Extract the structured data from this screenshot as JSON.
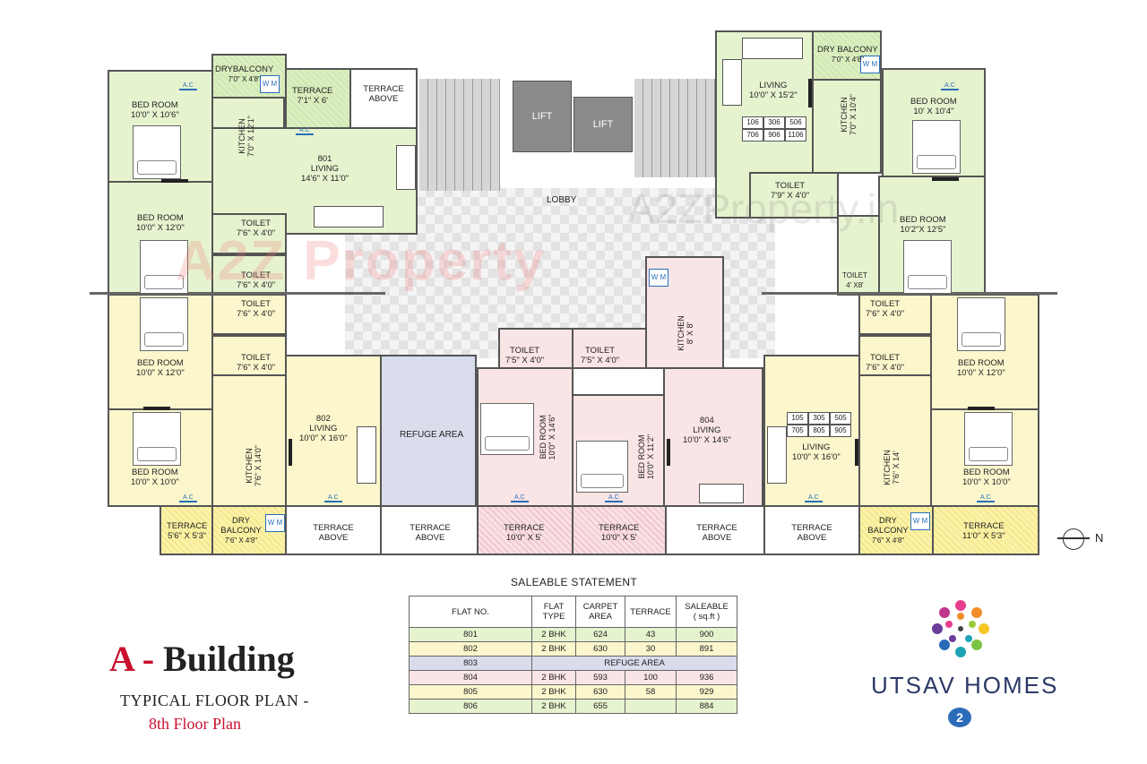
{
  "labels": {
    "drybalcony_l": "DRYBALCONY",
    "drybalcony_l_dim": "7'0\" X 4'8\"",
    "terrace_tl": "TERRACE",
    "terrace_tl_dim": "7'1\" X 6'",
    "terrace_above_tl": "TERRACE ABOVE",
    "bed_801a": "BED ROOM",
    "bed_801a_dim": "10'0\" X 10'6\"",
    "kitchen_801": "KITCHEN",
    "kitchen_801_dim": "7'0\" X 12'1\"",
    "flat_801": "801",
    "living_801": "LIVING",
    "living_801_dim": "14'6\" X 11'0\"",
    "bed_801b": "BED ROOM",
    "bed_801b_dim": "10'0\" X 12'0\"",
    "toilet_a": "TOILET",
    "toilet_a_dim": "7'6\" X 4'0\"",
    "toilet_b": "TOILET",
    "toilet_b_dim": "7'6\" X 4'0\"",
    "toilet_c": "TOILET",
    "toilet_c_dim": "7'6\" X 4'0\"",
    "toilet_d": "TOILET",
    "toilet_d_dim": "7'6\" X 4'0\"",
    "bed_802a": "BED ROOM",
    "bed_802a_dim": "10'0\" X 12'0\"",
    "flat_802": "802",
    "living_802": "LIVING",
    "living_802_dim": "10'0\" X 16'0\"",
    "kitchen_802": "KITCHEN",
    "kitchen_802_dim": "7'6\" X 14'0\"",
    "bed_802b": "BED ROOM",
    "bed_802b_dim": "10'0\" X 10'0\"",
    "terrace_bl": "TERRACE",
    "terrace_bl_dim": "5'6\" X 5'3\"",
    "dry_bl": "DRY BALCONY",
    "dry_bl_dim": "7'6\" X 4'8\"",
    "terrace_above_1": "TERRACE ABOVE",
    "terrace_above_2": "TERRACE ABOVE",
    "terrace_bc1": "TERRACE",
    "terrace_bc1_dim": "10'0\" X 5'",
    "terrace_bc2": "TERRACE",
    "terrace_bc2_dim": "10'0\" X 5'",
    "terrace_above_3": "TERRACE ABOVE",
    "terrace_above_4": "TERRACE ABOVE",
    "dry_br": "DRY BALCONY",
    "dry_br_dim": "7'6\" X 4'8\"",
    "terrace_br": "TERRACE",
    "terrace_br_dim": "11'0\" X 5'3\"",
    "lift1": "LIFT",
    "lift2": "LIFT",
    "lobby": "LOBBY",
    "refuge": "REFUGE AREA",
    "toilet_e": "TOILET",
    "toilet_e_dim": "7'5\" X 4'0\"",
    "toilet_f": "TOILET",
    "toilet_f_dim": "7'5\" X 4'0\"",
    "kitchen_804": "KITCHEN",
    "kitchen_804_dim": "8' X 8'",
    "bed_804a": "BED ROOM",
    "bed_804a_dim": "10'0\" X 14'6\"",
    "bed_804b": "BED ROOM",
    "bed_804b_dim": "10'0\" X 11'2\"",
    "flat_804": "804",
    "living_804": "LIVING",
    "living_804_dim": "10'0\" X 14'6\"",
    "dry_tr": "DRY BALCONY",
    "dry_tr_dim": "7'0\" X 4'8\"",
    "living_tr": "LIVING",
    "living_tr_dim": "10'0\" X 15'2\"",
    "kitchen_tr": "KITCHEN",
    "kitchen_tr_dim": "7'0\" X 10'4\"",
    "bed_tr1": "BED ROOM",
    "bed_tr1_dim": "10' X 10'4\"",
    "toilet_g": "TOILET",
    "toilet_g_dim": "7'9\" X 4'0\"",
    "bed_tr2": "BED ROOM",
    "bed_tr2_dim": "10'2\"X 12'5\"",
    "toilet_h": "TOILET",
    "toilet_h_dim": "4' X8'",
    "toilet_i": "TOILET",
    "toilet_i_dim": "7'6\" X 4'0\"",
    "toilet_j": "TOILET",
    "toilet_j_dim": "7'6\" X 4'0\"",
    "bed_805a": "BED ROOM",
    "bed_805a_dim": "10'0\" X 12'0\"",
    "living_805": "LIVING",
    "living_805_dim": "10'0\" X 16'0\"",
    "kitchen_805": "KITCHEN",
    "kitchen_805_dim": "7'6\" X 14'",
    "bed_805b": "BED ROOM",
    "bed_805b_dim": "10'0\" X 10'0\"",
    "ac": "A.C",
    "wm": "W M",
    "north": "N",
    "watermark_left": "A2Z Property",
    "watermark_right": "A2ZProperty.in"
  },
  "grid_tr": [
    "106",
    "306",
    "506",
    "706",
    "906",
    "1106"
  ],
  "grid_r": [
    "105",
    "305",
    "505",
    "705",
    "805",
    "905"
  ],
  "saleable": {
    "title": "SALEABLE STATEMENT",
    "headers": {
      "flat": "FLAT NO.",
      "type": "FLAT TYPE",
      "carpet": "CARPET AREA",
      "terrace": "TERRACE",
      "saleable": "SALEABLE",
      "unit": "( sq.ft )"
    },
    "rows": [
      {
        "flat": "801",
        "type": "2 BHK",
        "carpet": "624",
        "terrace": "43",
        "saleable": "900"
      },
      {
        "flat": "802",
        "type": "2 BHK",
        "carpet": "630",
        "terrace": "30",
        "saleable": "891"
      },
      {
        "flat": "803",
        "note": "REFUGE AREA"
      },
      {
        "flat": "804",
        "type": "2 BHK",
        "carpet": "593",
        "terrace": "100",
        "saleable": "936"
      },
      {
        "flat": "805",
        "type": "2 BHK",
        "carpet": "630",
        "terrace": "58",
        "saleable": "929"
      },
      {
        "flat": "806",
        "type": "2 BHK",
        "carpet": "655",
        "terrace": "",
        "saleable": "884"
      }
    ]
  },
  "title": {
    "prefix": "A",
    "dash": "-",
    "name": "Building",
    "sub1": "TYPICAL FLOOR PLAN -",
    "sub2": "8th Floor Plan"
  },
  "brand": {
    "name": "UTSAV HOMES",
    "mark": "2"
  },
  "colors": {
    "green": "#e6f3cf",
    "yellow": "#fbf6cc",
    "pink": "#f9e4e6",
    "blue": "#d9dceb",
    "accent": "#c8102e"
  }
}
